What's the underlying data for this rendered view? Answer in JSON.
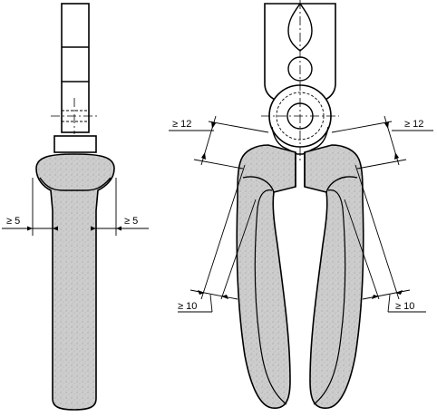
{
  "labels": {
    "side_left": "≥ 5",
    "side_right": "≥ 5",
    "top_left": "≥ 12",
    "top_right": "≥ 12",
    "bottom_left": "≥ 10",
    "bottom_right": "≥ 10"
  },
  "colors": {
    "grip_fill": "#cfcfcf",
    "line": "#000000",
    "metal": "#ffffff"
  }
}
